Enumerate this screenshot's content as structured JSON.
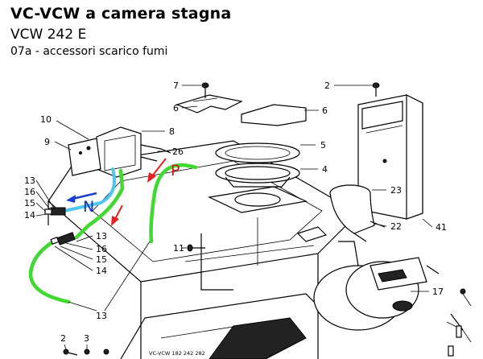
{
  "header": {
    "title": "VC-VCW a camera stagna",
    "model": "VCW 242 E",
    "section": "07a - accessori scarico fumi"
  },
  "diagram": {
    "callouts": [
      "7",
      "2",
      "6",
      "6",
      "10",
      "8",
      "9",
      "26",
      "5",
      "4",
      "13",
      "16",
      "15",
      "14",
      "23",
      "22",
      "41",
      "13",
      "16",
      "15",
      "14",
      "11",
      "17",
      "13",
      "2",
      "3"
    ],
    "flow_labels": {
      "n": "N",
      "p": "P"
    },
    "stamp": "VC-VCW 182 242 282"
  },
  "colors": {
    "green_tube": "#3fd92f",
    "blue_tube": "#4fc6ee",
    "arrow": "#e82020"
  }
}
